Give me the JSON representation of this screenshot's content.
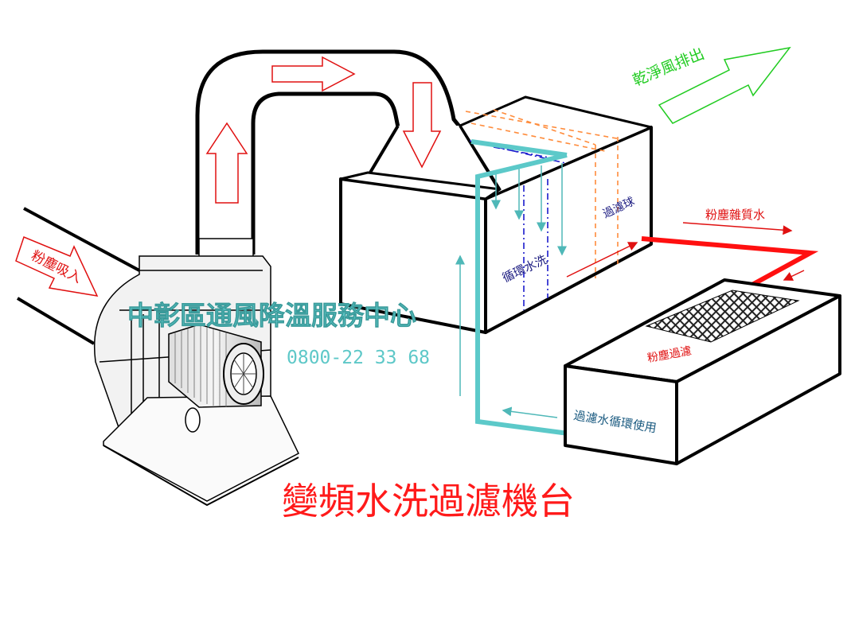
{
  "diagram": {
    "title": "變頻水洗過濾機台",
    "watermark_name": "中彰區通風降溫服務中心",
    "watermark_phone": "0800-22 33 68",
    "labels": {
      "dust_in": "粉塵吸入",
      "clean_air_out": "乾淨風排出",
      "filter_balls": "過濾球",
      "circulating_wash": "循環水洗",
      "dust_impurity_water": "粉塵雜質水",
      "dust_filter": "粉塵過濾",
      "filtered_water_reuse": "過濾水循環使用"
    }
  },
  "colors": {
    "title": "#ff1a1a",
    "watermark": "#5ec8c8",
    "airflow_arrow": "#e01010",
    "clean_arrow": "#22cc22",
    "water_pipe": "#5cc9c9",
    "dirty_pipe": "#ff1010",
    "filter_dash": "#ff8c3c",
    "spray_dash": "#1a1acc",
    "label_blue": "#1a1a80"
  }
}
